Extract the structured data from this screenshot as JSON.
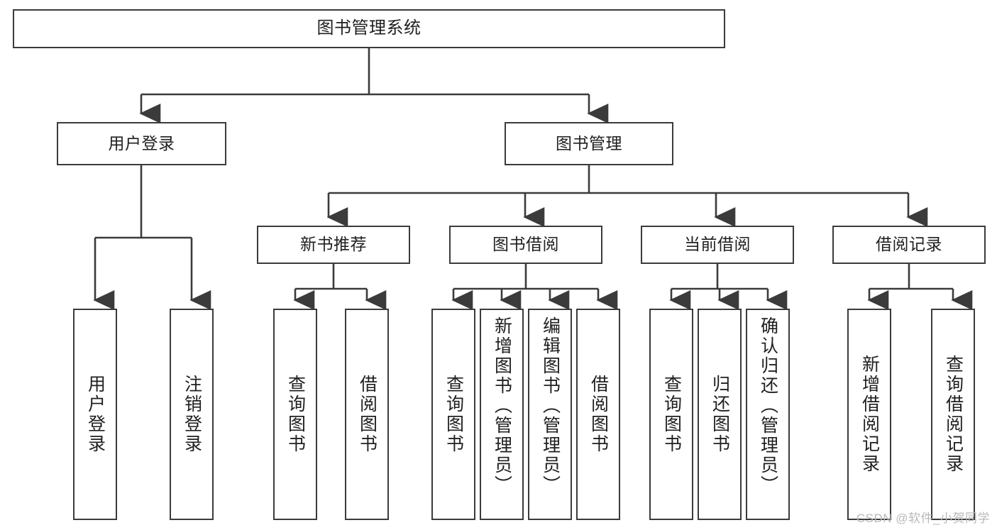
{
  "diagram": {
    "title": "图书管理系统",
    "watermark": "CSDN @软件_小贺同学",
    "colors": {
      "stroke": "#3b3b3b",
      "fill": "#ffffff",
      "text": "#1f1f1f",
      "watermark": "#b9b9b9"
    },
    "nodes": {
      "root": {
        "label": "图书管理系统"
      },
      "level1": [
        {
          "label": "用户登录"
        },
        {
          "label": "图书管理"
        }
      ],
      "level2": [
        {
          "label": "新书推荐"
        },
        {
          "label": "图书借阅"
        },
        {
          "label": "当前借阅"
        },
        {
          "label": "借阅记录"
        }
      ],
      "leaves_user_login": [
        {
          "label": "用户登录"
        },
        {
          "label": "注销登录"
        }
      ],
      "leaves_new_books": [
        {
          "label": "查询图书"
        },
        {
          "label": "借阅图书"
        }
      ],
      "leaves_borrow": [
        {
          "label": "查询图书"
        },
        {
          "label": "新增图书（管理员）"
        },
        {
          "label": "编辑图书（管理员）"
        },
        {
          "label": "借阅图书"
        }
      ],
      "leaves_current": [
        {
          "label": "查询图书"
        },
        {
          "label": "归还图书"
        },
        {
          "label": "确认归还（管理员）"
        }
      ],
      "leaves_records": [
        {
          "label": "新增借阅记录"
        },
        {
          "label": "查询借阅记录"
        }
      ]
    }
  }
}
